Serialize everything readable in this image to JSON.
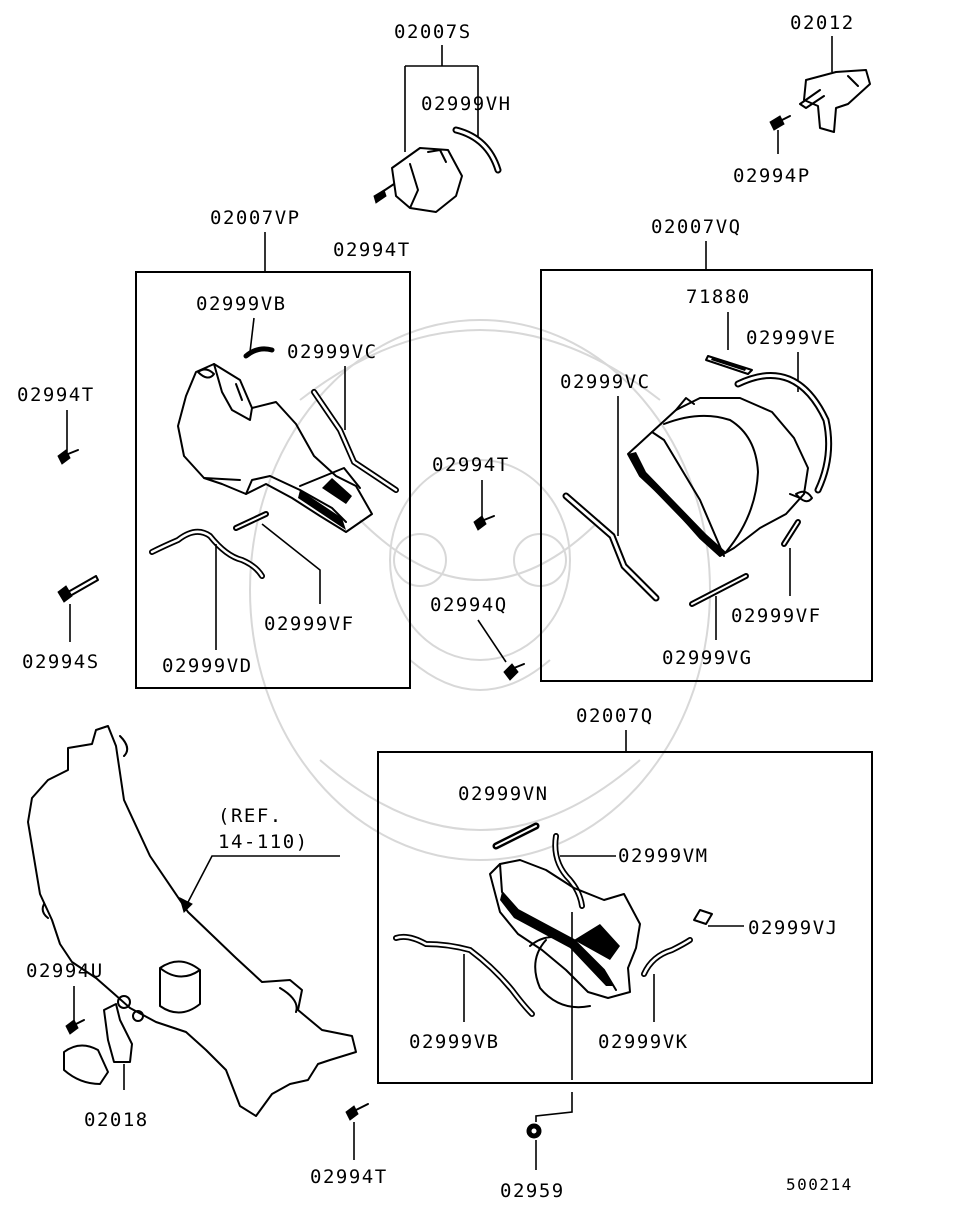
{
  "diagram_id": "500214",
  "labels": {
    "p02007S": "02007S",
    "p02999VH": "02999VH",
    "p02994T_top": "02994T",
    "p02012": "02012",
    "p02994P": "02994P",
    "p02007VP": "02007VP",
    "p02999VB_vp": "02999VB",
    "p02999VC_vp": "02999VC",
    "p02999VF_vp": "02999VF",
    "p02999VD": "02999VD",
    "p02994T_left": "02994T",
    "p02994S": "02994S",
    "p02994T_mid": "02994T",
    "p02994Q": "02994Q",
    "p02007VQ": "02007VQ",
    "p71880": "71880",
    "p02999VE": "02999VE",
    "p02999VC_vq": "02999VC",
    "p02999VF_vq": "02999VF",
    "p02999VG": "02999VG",
    "p02007Q": "02007Q",
    "p02999VN": "02999VN",
    "p02999VM": "02999VM",
    "p02999VJ": "02999VJ",
    "p02999VB_q": "02999VB",
    "p02999VK": "02999VK",
    "p02959": "02959",
    "p02994U": "02994U",
    "p02018": "02018",
    "p02994T_bottom": "02994T",
    "ref_line1": "(REF.",
    "ref_line2": "14-110)"
  }
}
